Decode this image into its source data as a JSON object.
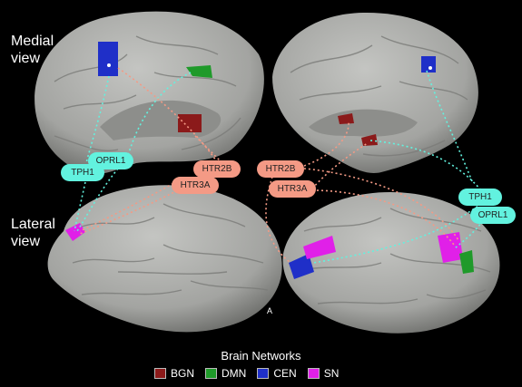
{
  "labels": {
    "medial_line1": "Medial",
    "medial_line2": "view",
    "lateral_line1": "Lateral",
    "lateral_line2": "view",
    "marker": "A"
  },
  "genes": {
    "left_tph1": "TPH1",
    "left_oprl1": "OPRL1",
    "left_htr2b": "HTR2B",
    "left_htr3a": "HTR3A",
    "right_htr2b": "HTR2B",
    "right_htr3a": "HTR3A",
    "right_tph1": "TPH1",
    "right_oprl1": "OPRL1"
  },
  "legend": {
    "title": "Brain Networks",
    "items": [
      {
        "label": "BGN",
        "color": "#8b1a1a"
      },
      {
        "label": "DMN",
        "color": "#1f9a2a"
      },
      {
        "label": "CEN",
        "color": "#1f2fc8"
      },
      {
        "label": "SN",
        "color": "#e020e8"
      }
    ]
  },
  "colors": {
    "brain": "#a9aaa7",
    "brain_shadow": "#6f706d",
    "cyan_link": "#62f2df",
    "salmon_link": "#f49a85"
  }
}
